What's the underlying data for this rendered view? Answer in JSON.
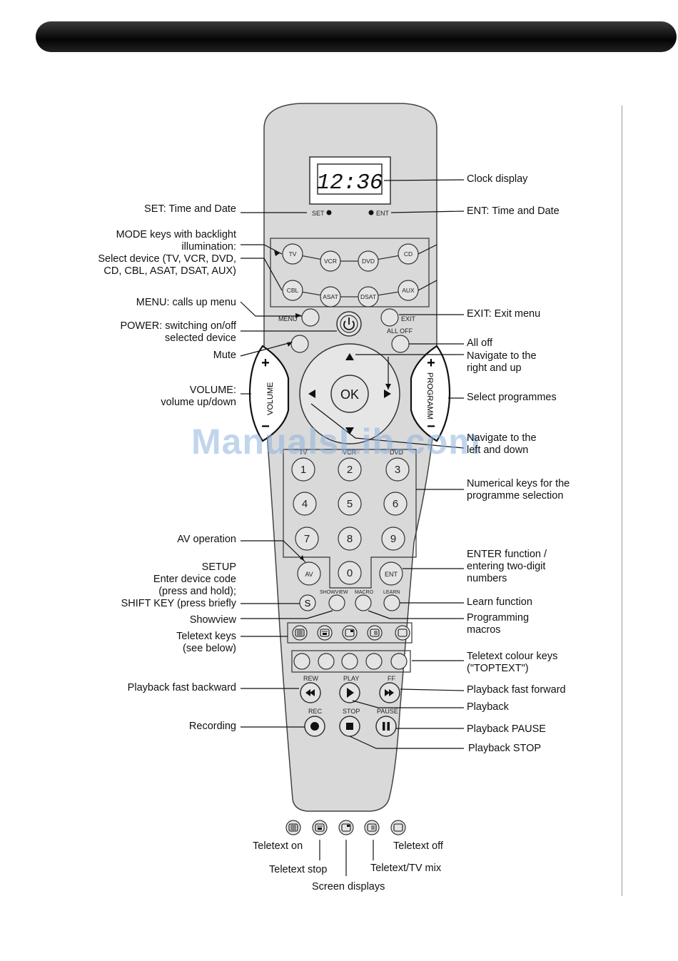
{
  "clock": {
    "display": "12:36"
  },
  "small_labels": {
    "set": "SET",
    "ent_small": "ENT"
  },
  "mode_keys": [
    "TV",
    "VCR",
    "DVD",
    "CD",
    "CBL",
    "ASAT",
    "DSAT",
    "AUX"
  ],
  "keys": {
    "menu": "MENU",
    "exit": "EXIT",
    "all_off": "ALL OFF",
    "ok": "OK",
    "volume": "VOLUME",
    "programm": "PROGRAMM",
    "plus": "+",
    "minus": "−",
    "digits": [
      "1",
      "2",
      "3",
      "4",
      "5",
      "6",
      "7",
      "8",
      "9",
      "0"
    ],
    "digit_headers": [
      "TV",
      "VCR",
      "DVD"
    ],
    "av": "AV",
    "ent": "ENT",
    "s": "S",
    "showview": "SHOWVIEW",
    "macro": "MACRO",
    "learn": "LEARN",
    "rew": "REW",
    "play": "PLAY",
    "ff": "FF",
    "rec": "REC",
    "stop": "STOP",
    "pause": "PAUSE"
  },
  "left_labels": {
    "set": "SET: Time and Date",
    "mode": "MODE keys with backlight\nillumination:\nSelect device (TV, VCR, DVD,\nCD, CBL, ASAT, DSAT, AUX)",
    "menu": "MENU: calls up menu",
    "power": "POWER: switching on/off\nselected device",
    "mute": "Mute",
    "volume": "VOLUME:\nvolume up/down",
    "av": "AV operation",
    "setup": "SETUP\nEnter device code\n(press and hold);\nSHIFT KEY (press briefly",
    "showview": "Showview",
    "teletext_keys": "Teletext keys\n(see below)",
    "rew": "Playback fast backward",
    "rec": "Recording"
  },
  "right_labels": {
    "clock": "Clock display",
    "ent": "ENT: Time and Date",
    "exit": "EXIT: Exit menu",
    "all_off": "All off",
    "nav_up": "Navigate to the\nright and up",
    "programmes": "Select programmes",
    "nav_down": "Navigate to the\nleft and down",
    "numerical": "Numerical keys for the\nprogramme selection",
    "enter": "ENTER function /\nentering two-digit\nnumbers",
    "learn": "Learn function",
    "macros": "Programming\nmacros",
    "colour": "Teletext colour keys\n(\"TOPTEXT\")",
    "ff": "Playback fast forward",
    "play": "Playback",
    "pause": "Playback PAUSE",
    "stop": "Playback STOP"
  },
  "teletext_legend": {
    "on": "Teletext on",
    "stop": "Teletext stop",
    "screen": "Screen displays",
    "mix": "Teletext/TV mix",
    "off": "Teletext off"
  },
  "watermark": "ManualsLib.com"
}
